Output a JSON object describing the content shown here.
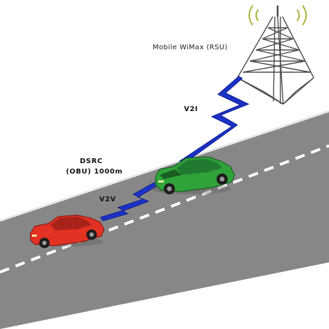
{
  "labels": {
    "rsu": "Mobile WiMax (RSU)",
    "v2i": "V2I",
    "dsrc_line1": "DSRC",
    "dsrc_line2": "(OBU) 1000m",
    "v2v": "V2V"
  },
  "colors": {
    "road": "#878787",
    "road_edge": "#e4e4e4",
    "lane_marking": "#ffffff",
    "link": "#1a32c8",
    "red_car": "#e23224",
    "green_car": "#2fa33a",
    "tower": "#4a4a4a",
    "signal_wave": "#a8b33a"
  },
  "icons": {
    "tower": "radio-tower-icon",
    "red_car": "red-car-icon",
    "green_car": "green-car-icon",
    "v2i_link": "lightning-link-icon",
    "v2v_link": "lightning-link-icon"
  }
}
